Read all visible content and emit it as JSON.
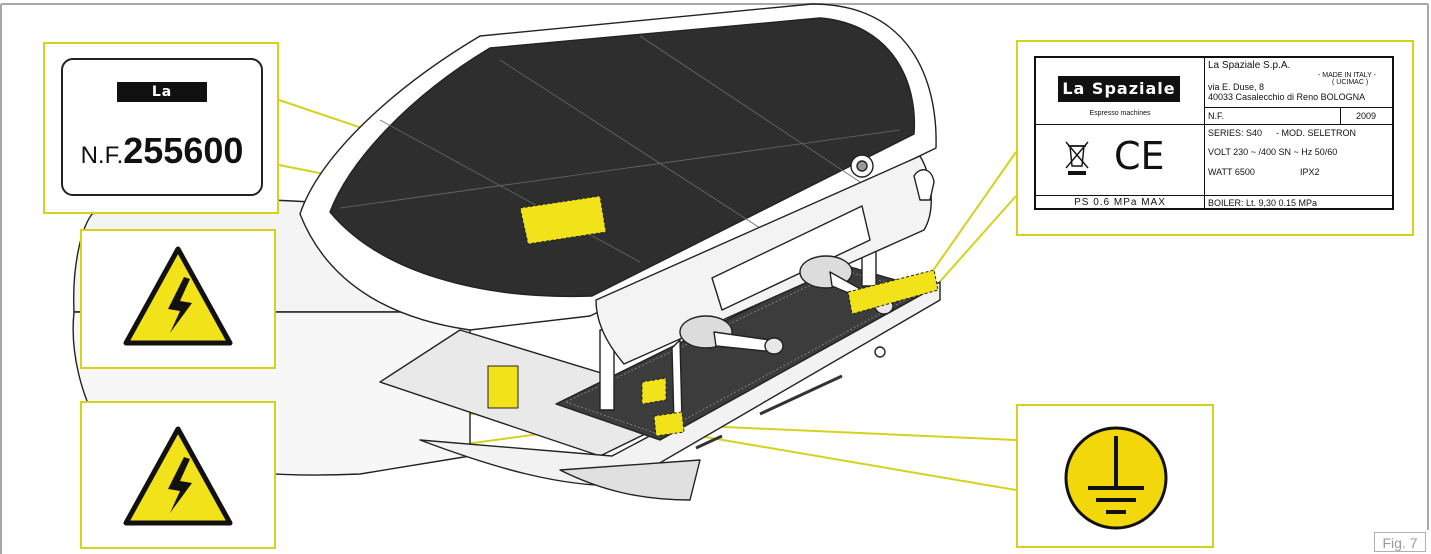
{
  "brand_logo": "La Spaziale",
  "serial_label": {
    "prefix": "N.F.",
    "number": "255600"
  },
  "rating_plate": {
    "company": "La Spaziale S.p.A.",
    "made_in": "- MADE IN ITALY -",
    "association": "( UCIMAC )",
    "address_line1": "via E. Duse, 8",
    "address_line2": "40033 Casalecchio di Reno BOLOGNA",
    "tagline": "Espresso machines",
    "nf_label": "N.F.",
    "year": "2009",
    "series": "SERIES:  S40",
    "model": "- MOD.  SELETRON",
    "volt": "VOLT  230 ~ /400 SN ~   Hz 50/60",
    "watt": "WATT  6500",
    "ip": "IPX2",
    "boiler": "BOILER:  Lt.  9,30   0.15 MPa",
    "pressure": "PS 0.6 MPa MAX",
    "ce_mark": "CE"
  },
  "figure_label": "Fig. 7",
  "colors": {
    "callout_border": "#d4d21e",
    "warning_yellow": "#f2e21a",
    "ground_yellow": "#f2d70a"
  },
  "icons": [
    "high-voltage-warning-icon",
    "protective-earth-icon",
    "weee-bin-icon",
    "ce-mark-icon"
  ]
}
